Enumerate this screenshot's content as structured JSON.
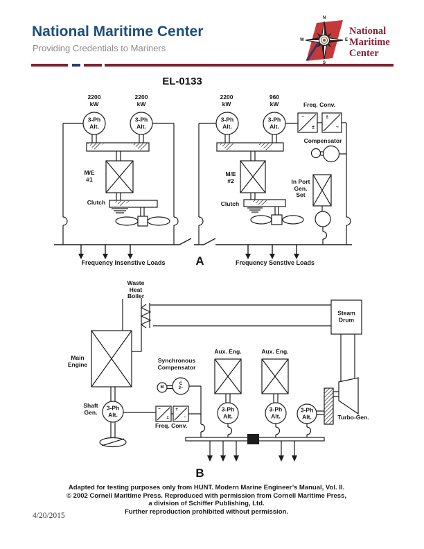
{
  "header": {
    "title": "National Maritime Center",
    "subtitle": "Providing Credentials to Mariners",
    "logo_text": "National\nMaritime\nCenter",
    "compass": {
      "n": "N",
      "e": "E",
      "s": "S",
      "w": "W"
    },
    "colors": {
      "title_blue": "#1b4e7e",
      "subtitle_gray": "#8c8c8c",
      "rule_maroon": "#7b2230",
      "rule_blue": "#2b3a6b",
      "logo_red": "#c5393b",
      "logo_text_red": "#8b2332"
    }
  },
  "doc": {
    "code": "EL-0133",
    "date": "4/20/2015"
  },
  "syms": {
    "tilde": "~",
    "pm": "±"
  },
  "diagram_a": {
    "label": "A",
    "kw_2200": "2200\nkW",
    "kw_960": "960\nkW",
    "alt": "3-Ph\nAlt.",
    "me1": "M/E\n#1",
    "me2": "M/E\n#2",
    "clutch": "Clutch",
    "freq_conv": "Freq. Conv.",
    "compensator": "Compensator",
    "in_port": "In Port\nGen.\nSet",
    "loads_left": "Frequency Insenstive Loads",
    "loads_right": "Frequency Senstive Loads"
  },
  "diagram_b": {
    "label": "B",
    "waste_heat_boiler": "Waste\nHeat\nBoiler",
    "steam_drum": "Steam\nDrum",
    "main_engine": "Main\nEngine",
    "sync_comp": "Synchronous\nCompensator",
    "m": "M",
    "c": "C\n3~",
    "aux_eng": "Aux. Eng.",
    "shaft_gen": "Shaft\nGen.",
    "alt": "3-Ph\nAlt.",
    "freq_conv": "Freq. Conv.",
    "turbo_gen": "Turbo-Gen."
  },
  "footer": {
    "line1": "Adapted for testing purposes only from HUNT. Modern Marine Engineer’s Manual, Vol. II.",
    "line2": "© 2002 Cornell Maritime Press. Reproduced with permission from Cornell Maritime Press,",
    "line3": "a division of Schiffer Publishing, Ltd.",
    "line4": "Further reproduction prohibited without permission."
  }
}
